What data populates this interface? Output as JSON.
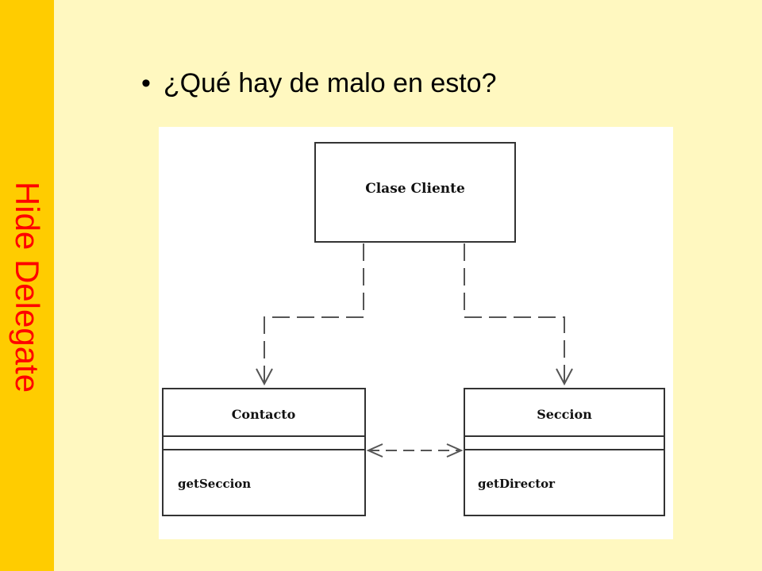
{
  "sidebar": {
    "title": "Hide Delegate",
    "bg_color": "#FFCC00",
    "title_color": "#FF0000"
  },
  "slide": {
    "bg_color": "#FFF8C0",
    "bullets": [
      {
        "text": "¿Qué hay de malo en esto?"
      }
    ]
  },
  "diagram": {
    "classes": [
      {
        "name": "Clase Cliente",
        "methods": []
      },
      {
        "name": "Contacto",
        "methods": [
          "getSeccion"
        ]
      },
      {
        "name": "Seccion",
        "methods": [
          "getDirector"
        ]
      }
    ],
    "relations": [
      {
        "from": "Clase Cliente",
        "to": "Contacto",
        "style": "dashed",
        "arrow": "open"
      },
      {
        "from": "Clase Cliente",
        "to": "Seccion",
        "style": "dashed",
        "arrow": "open"
      },
      {
        "from": "Contacto",
        "to": "Seccion",
        "style": "dashed",
        "arrow": "bidirectional"
      }
    ]
  }
}
